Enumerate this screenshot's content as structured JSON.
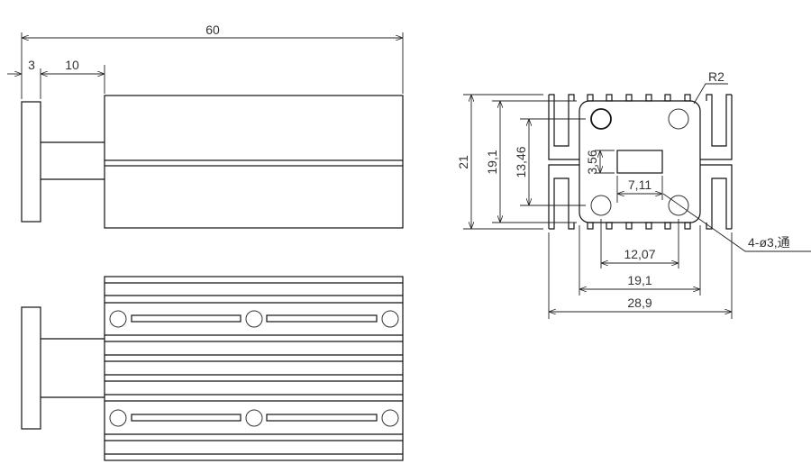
{
  "side_view": {
    "dims": {
      "overall_length": "60",
      "flange_thickness": "3",
      "stem_length": "10"
    }
  },
  "end_view": {
    "dims": {
      "overall_height": "21",
      "body_height": "19,1",
      "hole_spacing_vertical": "13,46",
      "slot_height": "3,56",
      "slot_width": "7,11",
      "hole_spacing_horizontal": "12,07",
      "body_width": "19,1",
      "overall_width": "28,9"
    },
    "corner_radius_label": "R2",
    "hole_callout": "4-ø3,通"
  }
}
